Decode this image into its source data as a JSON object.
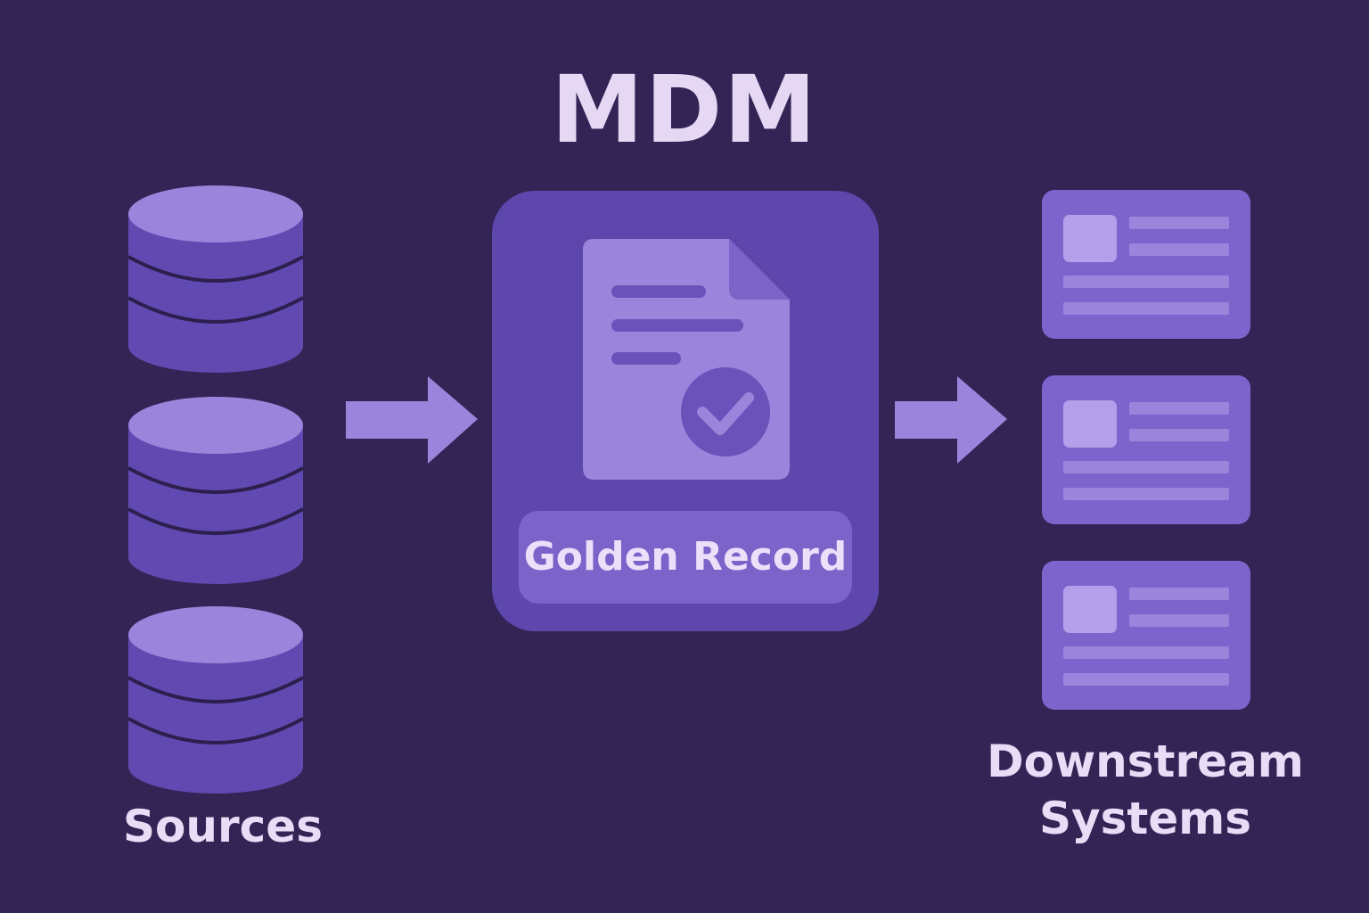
{
  "diagram": {
    "title": "MDM",
    "sources_label": "Sources",
    "golden_record_label": "Golden Record",
    "downstream_label_line1": "Downstream",
    "downstream_label_line2": "Systems",
    "source_databases": 3,
    "downstream_cards": 3
  },
  "icons": {
    "sources": "database-icon",
    "arrows": "arrow-right-icon",
    "golden_record": "document-check-icon",
    "downstream": "record-card-icon"
  },
  "colors": {
    "background": "#332456",
    "accent": "#5d47ad",
    "light_accent": "#9a85dc",
    "text": "#e8dcf7"
  }
}
